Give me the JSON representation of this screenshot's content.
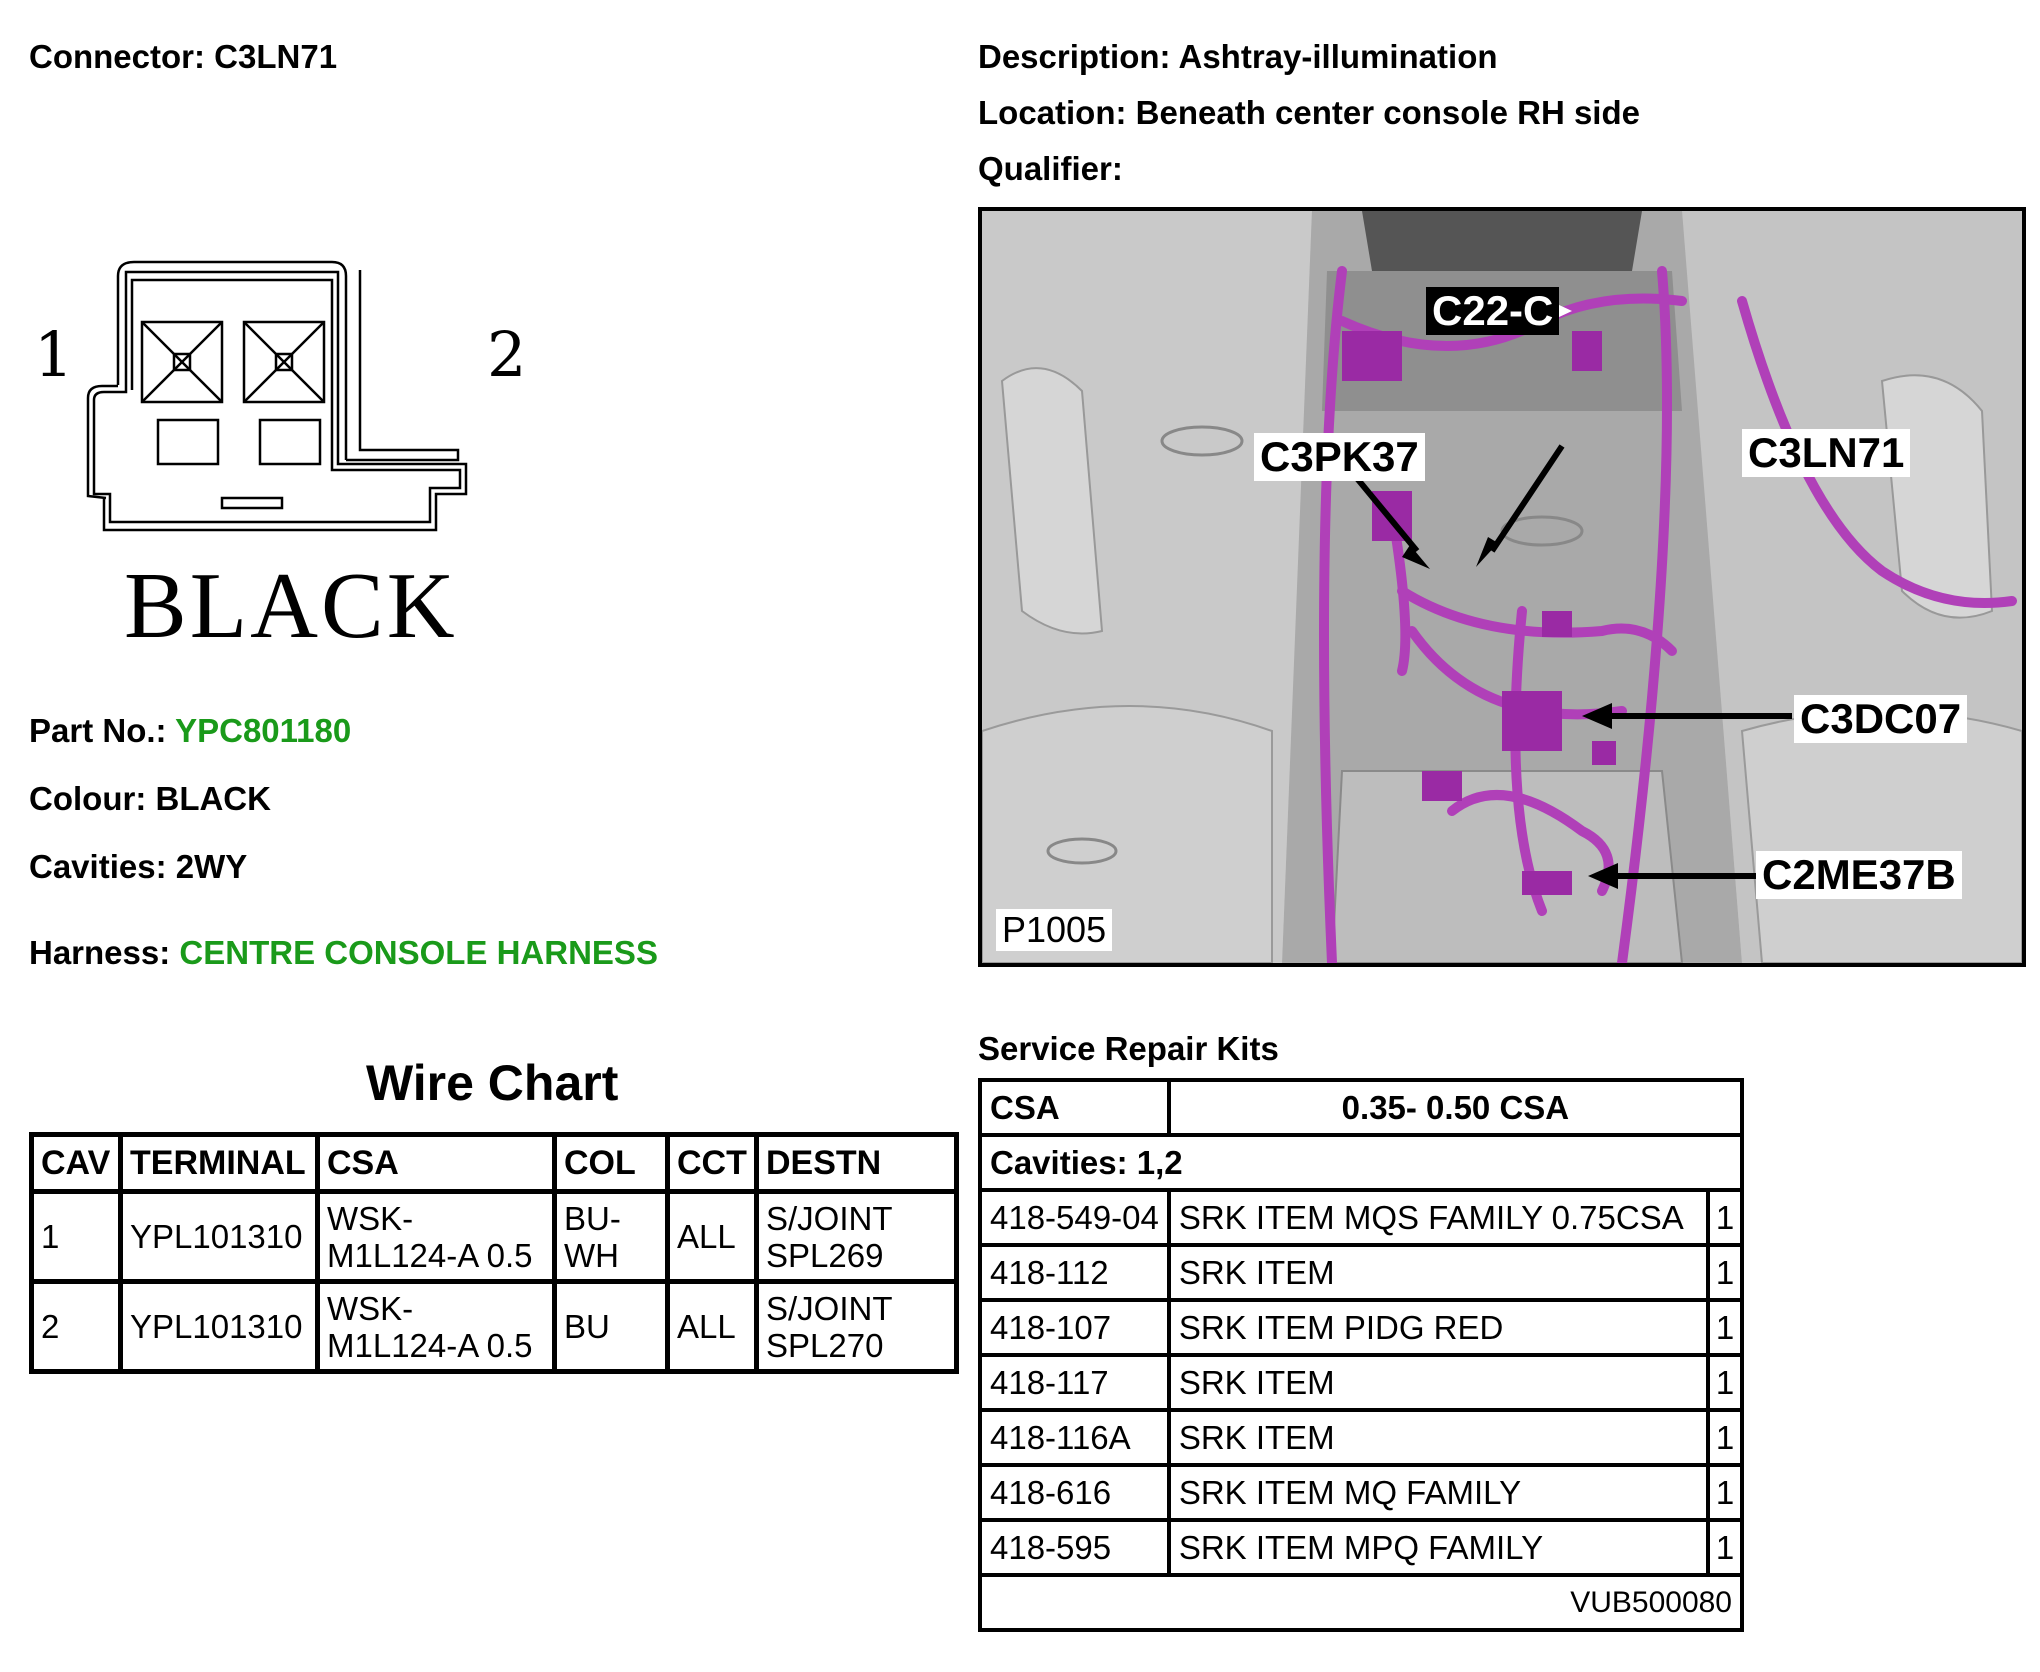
{
  "connector": {
    "label": "Connector:",
    "value": "C3LN71"
  },
  "description": {
    "label": "Description:",
    "value": "Ashtray-illumination"
  },
  "location": {
    "label": "Location:",
    "value": "Beneath center console RH side"
  },
  "qualifier": {
    "label": "Qualifier:",
    "value": ""
  },
  "diagram": {
    "pin1": "1",
    "pin2": "2",
    "color_label": "BLACK"
  },
  "part_no": {
    "label": "Part No.:",
    "value": "YPC801180"
  },
  "colour": {
    "label": "Colour:",
    "value": "BLACK"
  },
  "cavities": {
    "label": "Cavities:",
    "value": "2WY"
  },
  "harness": {
    "label": "Harness:",
    "value": "CENTRE CONSOLE HARNESS"
  },
  "photo": {
    "callouts": [
      "C22-C",
      "C3PK37",
      "C3LN71",
      "C3DC07",
      "C2ME37B"
    ],
    "ref": "P1005"
  },
  "wire_chart": {
    "title": "Wire Chart",
    "headers": [
      "CAV",
      "TERMINAL",
      "CSA",
      "COL",
      "CCT",
      "DESTN"
    ],
    "rows": [
      {
        "cav": "1",
        "terminal": "YPL101310",
        "csa_l1": "WSK-",
        "csa_l2": "M1L124-A 0.5",
        "col_l1": "BU-",
        "col_l2": "WH",
        "cct": "ALL",
        "destn_l1": "S/JOINT",
        "destn_l2": "SPL269"
      },
      {
        "cav": "2",
        "terminal": "YPL101310",
        "csa_l1": "WSK-",
        "csa_l2": "M1L124-A 0.5",
        "col_l1": "BU",
        "col_l2": "",
        "cct": "ALL",
        "destn_l1": "S/JOINT",
        "destn_l2": "SPL270"
      }
    ]
  },
  "service_repair_kits": {
    "title": "Service Repair Kits",
    "csa_label": "CSA",
    "csa_value": "0.35- 0.50 CSA",
    "cavities": "Cavities: 1,2",
    "items": [
      {
        "code": "418-549-04",
        "desc": "SRK ITEM MQS FAMILY 0.75CSA",
        "qty": "1"
      },
      {
        "code": "418-112",
        "desc": "SRK ITEM",
        "qty": "1"
      },
      {
        "code": "418-107",
        "desc": "SRK ITEM PIDG RED",
        "qty": "1"
      },
      {
        "code": "418-117",
        "desc": "SRK ITEM",
        "qty": "1"
      },
      {
        "code": "418-116A",
        "desc": "SRK ITEM",
        "qty": "1"
      },
      {
        "code": "418-616",
        "desc": "SRK ITEM MQ FAMILY",
        "qty": "1"
      },
      {
        "code": "418-595",
        "desc": "SRK ITEM MPQ FAMILY",
        "qty": "1"
      }
    ],
    "footer": "VUB500080"
  },
  "colors": {
    "harness_magenta": "#b040b8",
    "link_green": "#1a9a1a"
  }
}
